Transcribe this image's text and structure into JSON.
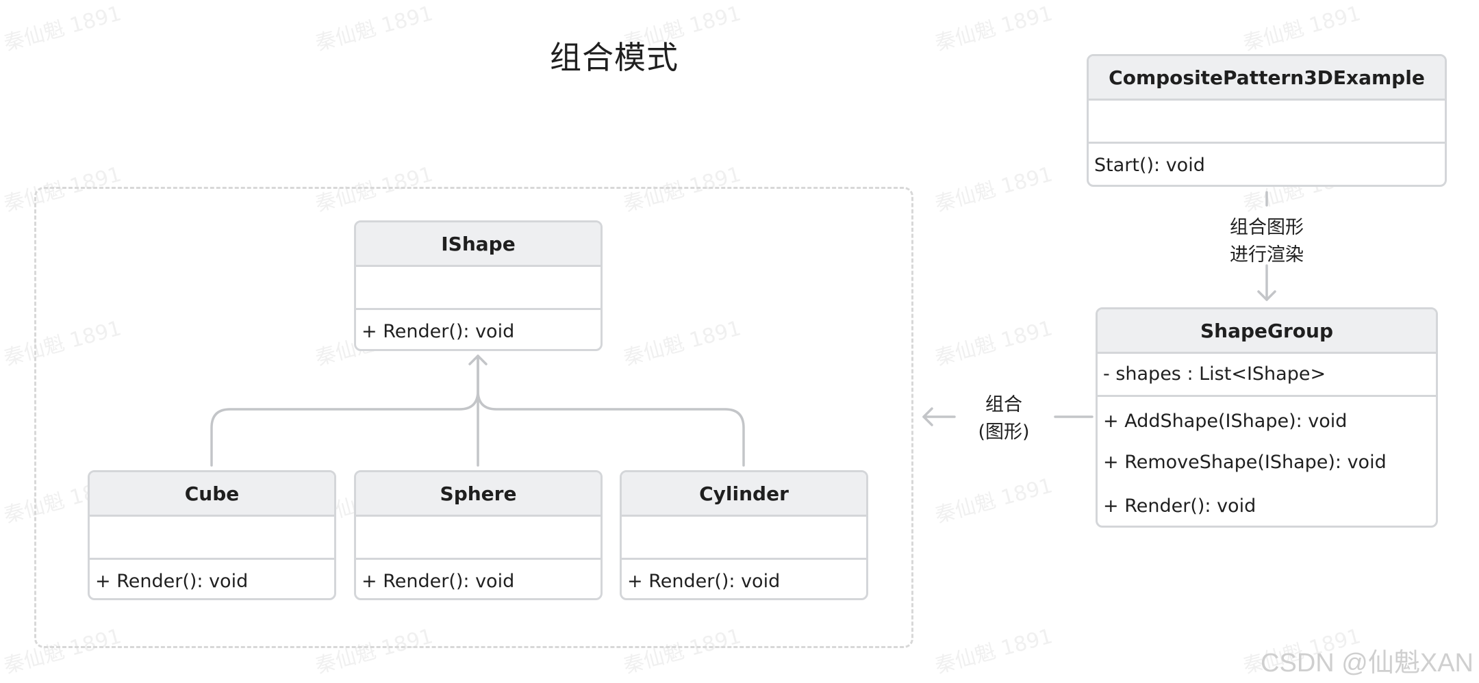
{
  "diagram": {
    "title": "组合模式",
    "classes": {
      "ishape": {
        "name": "IShape",
        "operations": [
          "+ Render(): void"
        ]
      },
      "cube": {
        "name": "Cube",
        "operations": [
          "+ Render(): void"
        ]
      },
      "sphere": {
        "name": "Sphere",
        "operations": [
          "+ Render(): void"
        ]
      },
      "cylinder": {
        "name": "Cylinder",
        "operations": [
          "+ Render(): void"
        ]
      },
      "example": {
        "name": "CompositePattern3DExample",
        "operations": [
          "Start(): void"
        ]
      },
      "shapegroup": {
        "name": "ShapeGroup",
        "attributes": [
          "- shapes : List<IShape>"
        ],
        "operations": [
          "+ AddShape(IShape): void",
          "+ RemoveShape(IShape): void",
          "+ Render(): void"
        ]
      }
    },
    "edges": {
      "render_label_line1": "组合图形",
      "render_label_line2": "进行渲染",
      "compose_label_line1": "组合",
      "compose_label_line2": "(图形)"
    },
    "watermark": "秦仙魁 1891",
    "brand": "CSDN @仙魁XAN"
  },
  "colors": {
    "line": "#c3c5c8",
    "header_fill": "#eeeff1",
    "border": "#d4d6d9",
    "frame": "#d8d8d8"
  }
}
